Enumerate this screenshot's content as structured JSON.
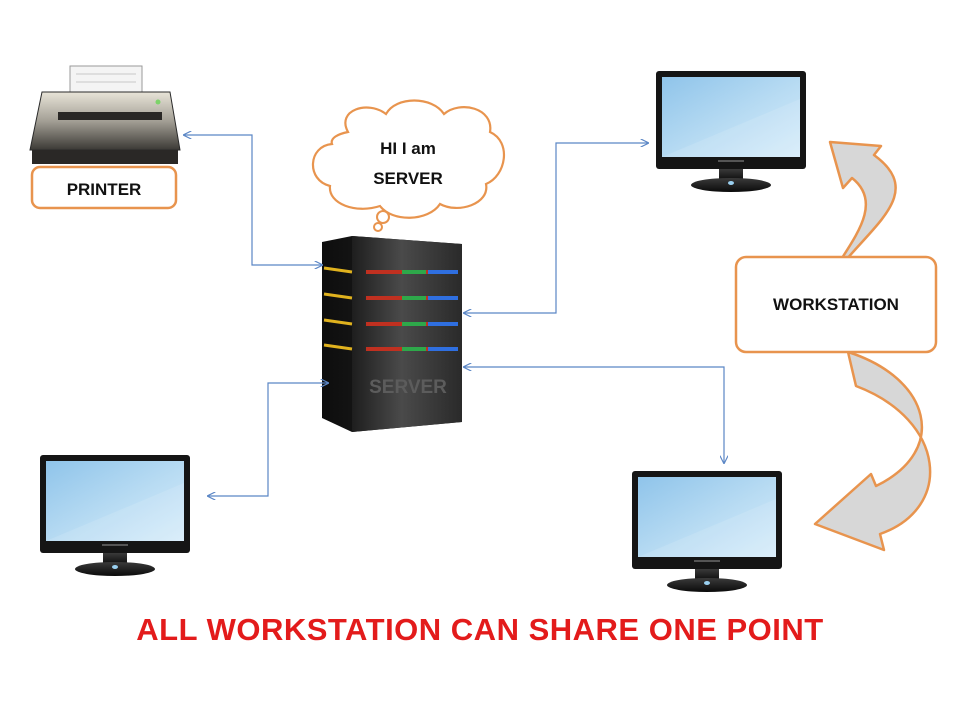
{
  "labels": {
    "printer": "PRINTER",
    "bubble_line1": "HI I am",
    "bubble_line2": "SERVER",
    "workstation": "WORKSTATION",
    "server_case": "SERVER",
    "footer": "ALL WORKSTATION CAN SHARE ONE POINT"
  },
  "icons": {
    "printer": "printer-icon",
    "server": "server-tower-icon",
    "monitor": "monitor-icon",
    "thought_bubble": "thought-bubble-icon",
    "curved_arrow": "curved-arrow-icon"
  },
  "colors": {
    "connector_line": "#5b86c5",
    "label_border": "#e8944e",
    "arrow_fill": "#d7d7d7",
    "footer_text": "#e31b1b",
    "screen": "#a9d3ef"
  }
}
